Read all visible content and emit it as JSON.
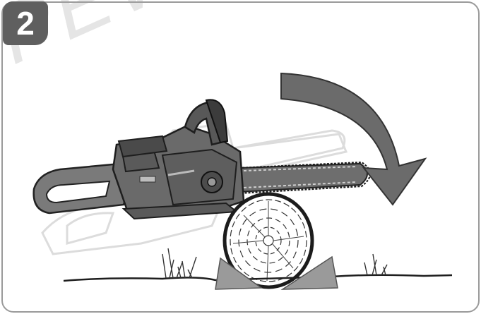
{
  "step": {
    "number": "2"
  },
  "watermark": {
    "text": "PEWEH"
  },
  "illustration": {
    "tool": "chainsaw",
    "subject": "log",
    "motion_arrow": "arrow-clockwise",
    "colors": {
      "tool_body": "#6e6e6e",
      "tool_dark": "#444444",
      "arrow": "#6b6b6b",
      "wedge": "#9a9a9a",
      "log": "#ffffff",
      "frame": "#9a9a9a"
    }
  }
}
